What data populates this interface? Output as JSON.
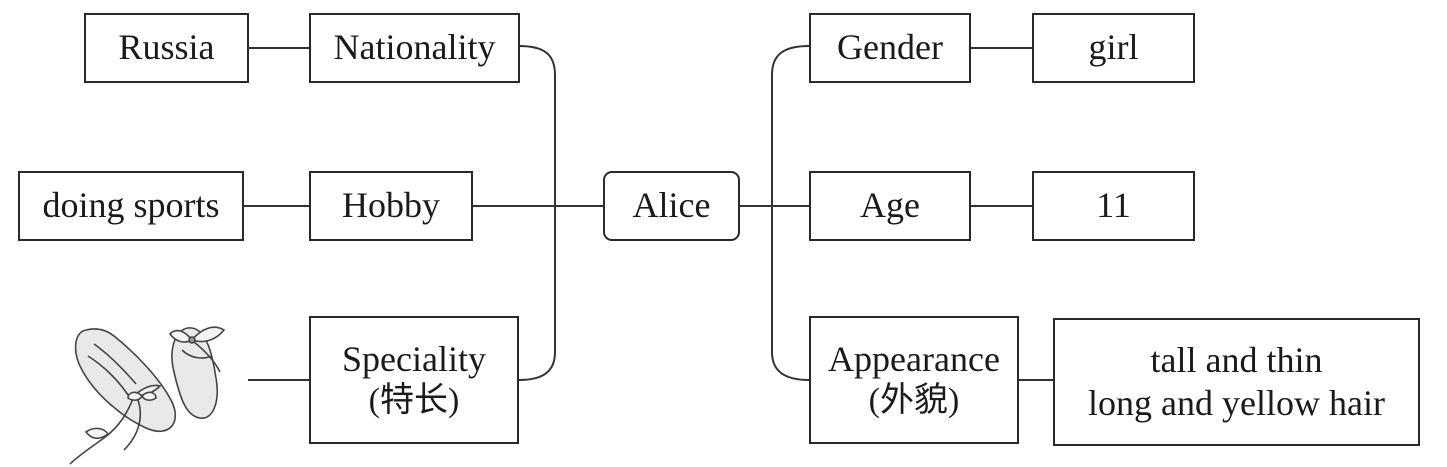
{
  "center": {
    "label": "Alice"
  },
  "left": {
    "nationality": {
      "label": "Nationality",
      "value": "Russia"
    },
    "hobby": {
      "label": "Hobby",
      "value": "doing sports"
    },
    "speciality": {
      "label": "Speciality",
      "note": "(特长)",
      "image": "ballet-shoes-illustration"
    }
  },
  "right": {
    "gender": {
      "label": "Gender",
      "value": "girl"
    },
    "age": {
      "label": "Age",
      "value": "11"
    },
    "appearance": {
      "label": "Appearance",
      "note": "(外貌)",
      "value_line1": "tall and thin",
      "value_line2": "long and yellow hair"
    }
  }
}
